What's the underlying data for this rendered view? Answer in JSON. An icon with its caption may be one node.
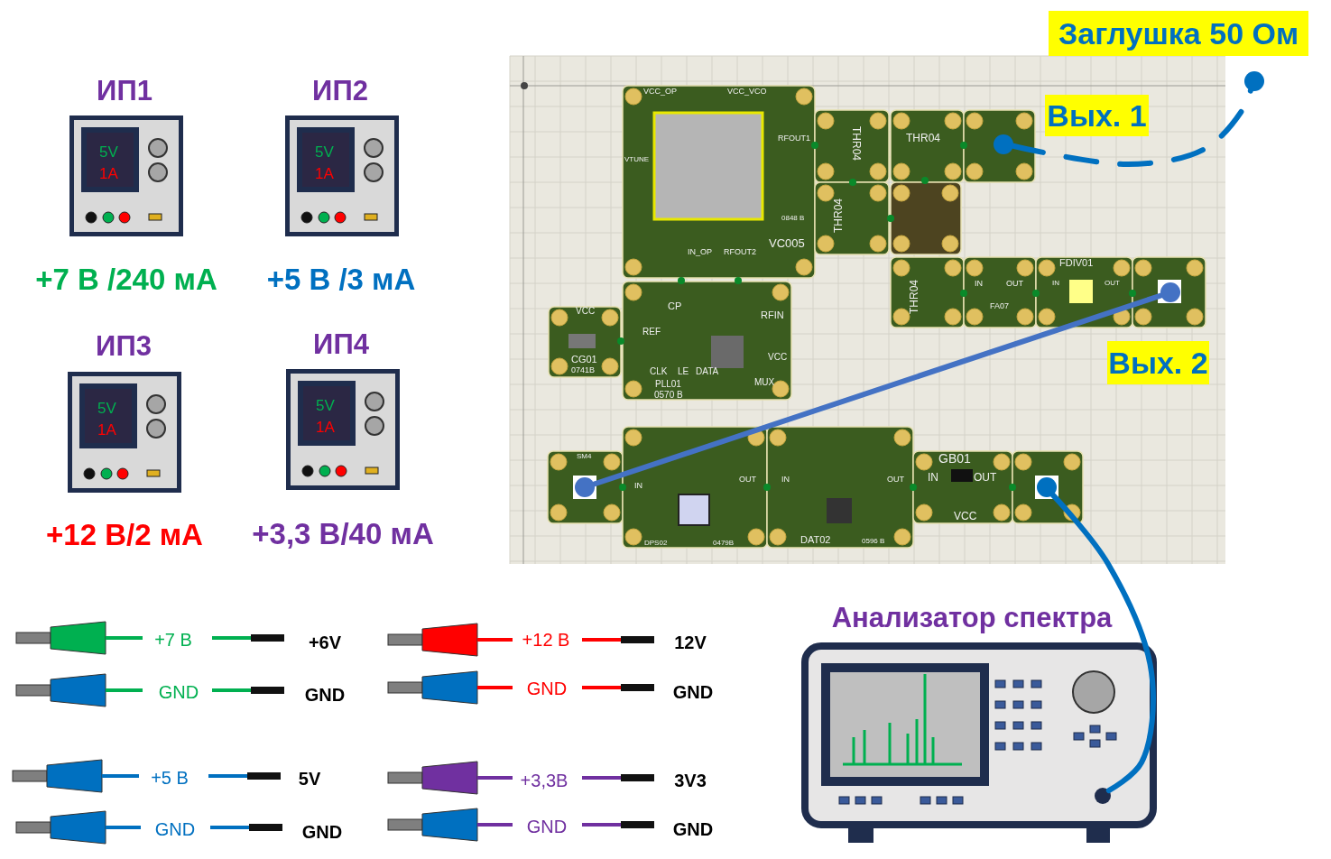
{
  "diagram": {
    "nodes": [
      {
        "text": [
          "ИП1",
          "5V",
          "1A"
        ],
        "beside": [
          "+7 В /240 мА"
        ]
      },
      {
        "text": [
          "ИП2",
          "5V",
          "1A"
        ],
        "beside": [
          "+5 В /3 мА"
        ]
      },
      {
        "text": [
          "ИП3",
          "5V",
          "1A"
        ],
        "beside": [
          "+12 В/2 мА"
        ]
      },
      {
        "text": [
          "ИП4",
          "5V",
          "1A"
        ],
        "beside": [
          "+3,3 В/40 мА"
        ]
      },
      {
        "text": [],
        "shape": "circle",
        "beside": [
          "Вых. 1"
        ]
      },
      {
        "text": [],
        "shape": "circle",
        "beside": [
          "Заглушка 50 Ом"
        ]
      },
      {
        "text": [],
        "shape": "circle",
        "beside": [
          "Вых. 2"
        ]
      },
      {
        "text": [],
        "shape": "circle"
      },
      {
        "text": [],
        "shape": "circle"
      },
      {
        "text": [
          "Анализатор спектра"
        ]
      },
      {
        "text": [],
        "shape": "circle",
        "in": 9
      }
    ],
    "edges": [
      {
        "from": 4,
        "to": 5,
        "arrow": "none",
        "style": "dashed"
      },
      {
        "from": 6,
        "to": 7,
        "arrow": "none",
        "color": "#4472c4"
      },
      {
        "from": 8,
        "to": 10,
        "arrow": "none"
      }
    ],
    "labels": [
      "VCC_OP",
      "VCC_VCO",
      "VTUNE",
      "RFOUT1",
      "THR04",
      "0848 B",
      "THR04",
      "VC005",
      "IN_OP",
      "RFOUT2",
      "CP",
      "RFIN",
      "VCC",
      "REF",
      "CG01",
      "0741B",
      "CLK",
      "LE",
      "DATA",
      "VCC",
      "PLL01",
      "0570 B",
      "MUX",
      "THR04",
      "THR04",
      "IN",
      "OUT",
      "FA07",
      "FDIV01",
      "IN",
      "OUT",
      "SM4",
      "IN",
      "OUT",
      "DPS02",
      "0479B",
      "IN",
      "OUT",
      "DAT02",
      "0596 B",
      "GB01",
      "IN",
      "OUT",
      "VCC",
      "+7 В",
      "+6V",
      "+12 В",
      "12V",
      "GND",
      "GND",
      "GND",
      "GND",
      "+5 В",
      "5V",
      "+3,3В",
      "3V3",
      "GND",
      "GND",
      "GND",
      "GND"
    ]
  }
}
